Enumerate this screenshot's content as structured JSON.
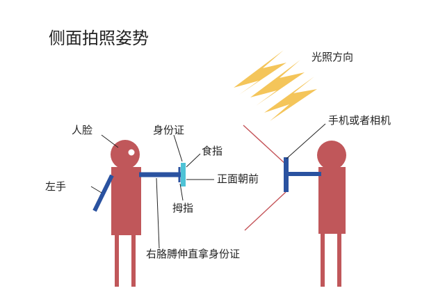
{
  "title": "侧面拍照姿势",
  "labels": {
    "light_direction": "光照方向",
    "phone_or_camera": "手机或者相机",
    "face": "人脸",
    "id_card": "身份证",
    "index_finger": "食指",
    "facing_front": "正面朝前",
    "left_hand": "左手",
    "thumb": "拇指",
    "right_arm": "右胳膊伸直拿身份证"
  },
  "colors": {
    "body": "#c0575a",
    "arm": "#2a52a0",
    "card": "#4ec3d6",
    "arrow": "#f4c55a",
    "sight_line": "#c45358",
    "leader": "#222222"
  },
  "icons": {
    "light": "lightning-arrow-icon",
    "face": "person-head-icon"
  }
}
